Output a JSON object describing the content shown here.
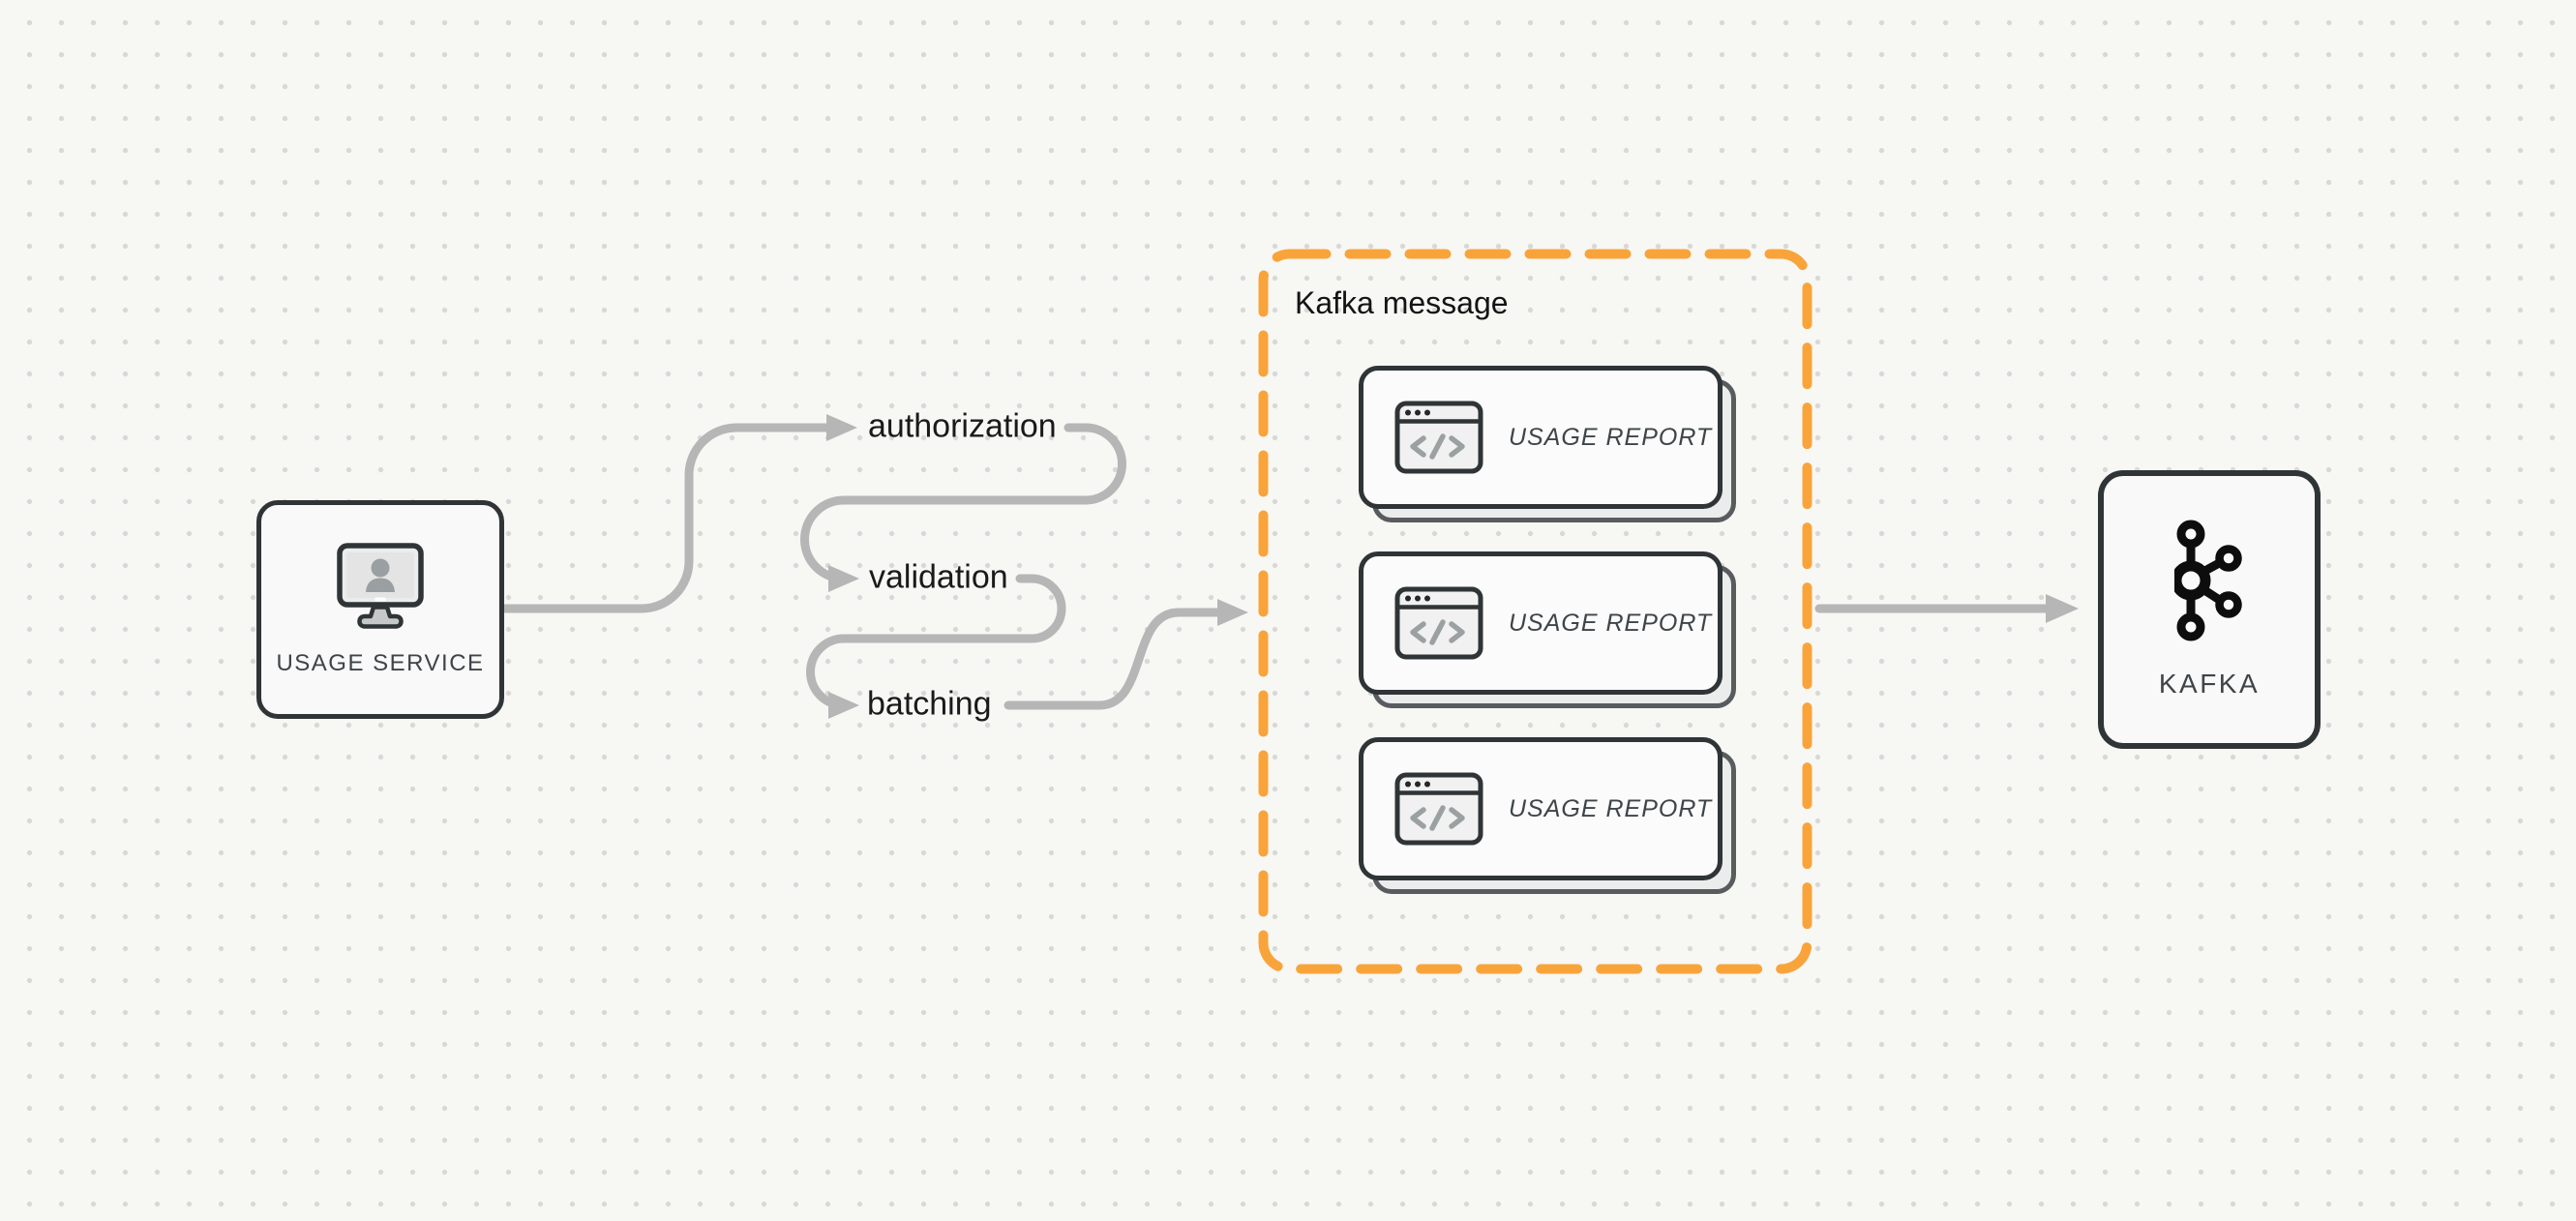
{
  "diagram": {
    "background": {
      "canvas_color": "#f7f7f4",
      "dot_color": "#d8d8d6"
    },
    "colors": {
      "accent_orange": "#F9A43B",
      "connector_gray": "#B6B6B6",
      "node_border": "#2F3437",
      "node_fill": "#F8F9F8",
      "card_back_fill": "#EBECEC",
      "step_label_color": "#1A1A1A",
      "node_label_color": "#3F4449"
    },
    "nodes": {
      "usage_service": {
        "label": "USAGE SERVICE",
        "icon": "monitor-user-icon"
      },
      "kafka": {
        "label": "KAFKA",
        "icon": "kafka-logo-icon"
      }
    },
    "pipeline": {
      "steps": [
        {
          "label": "authorization"
        },
        {
          "label": "validation"
        },
        {
          "label": "batching"
        }
      ]
    },
    "kafka_message": {
      "title": "Kafka message",
      "cards": [
        {
          "label": "USAGE REPORT",
          "icon": "code-window-icon"
        },
        {
          "label": "USAGE REPORT",
          "icon": "code-window-icon"
        },
        {
          "label": "USAGE REPORT",
          "icon": "code-window-icon"
        }
      ]
    }
  }
}
